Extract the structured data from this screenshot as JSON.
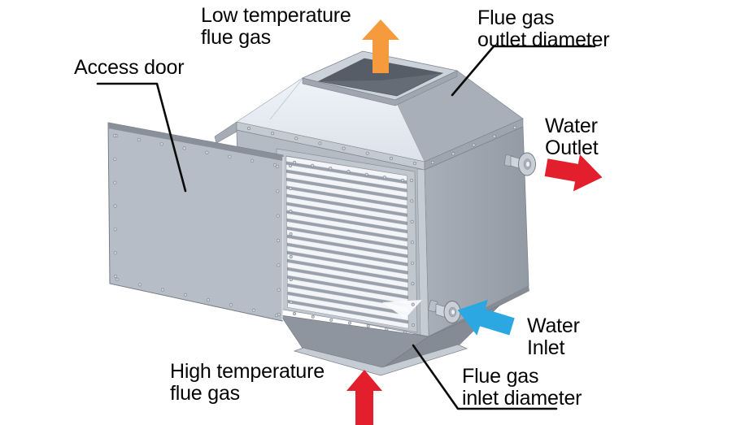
{
  "diagram": {
    "subject": "Flue gas heat exchanger (economizer) cutaway illustration",
    "labels": {
      "low_temp": {
        "l1": "Low temperature",
        "l2": "flue gas"
      },
      "outlet_dia": {
        "l1": "Flue gas",
        "l2": "outlet diameter"
      },
      "access_door": {
        "l1": "Access door"
      },
      "water_outlet": {
        "l1": "Water",
        "l2": "Outlet"
      },
      "water_inlet": {
        "l1": "Water",
        "l2": "Inlet"
      },
      "high_temp": {
        "l1": "High temperature",
        "l2": "flue gas"
      },
      "inlet_dia": {
        "l1": "Flue gas",
        "l2": "inlet diameter"
      }
    },
    "arrows": {
      "low_temp_out": {
        "direction": "up",
        "color": "#f59b3d"
      },
      "water_outlet": {
        "direction": "right",
        "color": "#e31e2d"
      },
      "water_inlet": {
        "direction": "left",
        "color": "#2ba7e1"
      },
      "high_temp_in": {
        "direction": "up",
        "color": "#e31e2d"
      }
    },
    "palette": {
      "steel_body": "#b5bbc4",
      "steel_dark": "#9aa1ab",
      "steel_light": "#e8edf3",
      "opening_dark": "#666c76",
      "tube": "#f3f5f8",
      "tube_gap": "#9aa1aa",
      "leader_line": "#0b0b0b"
    },
    "tube_rows": 19
  }
}
